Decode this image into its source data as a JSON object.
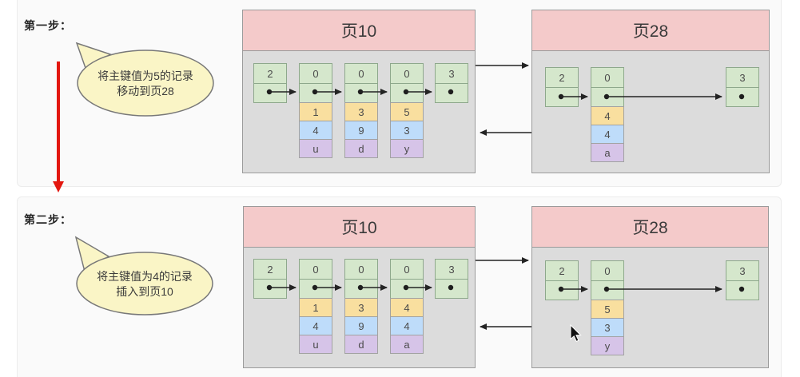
{
  "step1": {
    "label": "第一步：",
    "bubble": {
      "line1": "将主键值为5的记录",
      "line2": "移动到页28"
    },
    "page10": {
      "title": "页10",
      "columns": [
        {
          "value": "2",
          "fields": []
        },
        {
          "value": "0",
          "fields": [
            "1",
            "4",
            "u"
          ]
        },
        {
          "value": "0",
          "fields": [
            "3",
            "9",
            "d"
          ]
        },
        {
          "value": "0",
          "fields": [
            "5",
            "3",
            "y"
          ]
        },
        {
          "value": "3",
          "fields": []
        }
      ]
    },
    "page28": {
      "title": "页28",
      "columns": [
        {
          "value": "2",
          "fields": []
        },
        {
          "value": "0",
          "fields": [
            "4",
            "4",
            "a"
          ]
        },
        {
          "value": "3",
          "fields": []
        }
      ]
    }
  },
  "step2": {
    "label": "第二步：",
    "bubble": {
      "line1": "将主键值为4的记录",
      "line2": "插入到页10"
    },
    "page10": {
      "title": "页10",
      "columns": [
        {
          "value": "2",
          "fields": []
        },
        {
          "value": "0",
          "fields": [
            "1",
            "4",
            "u"
          ]
        },
        {
          "value": "0",
          "fields": [
            "3",
            "9",
            "d"
          ]
        },
        {
          "value": "0",
          "fields": [
            "4",
            "4",
            "a"
          ]
        },
        {
          "value": "3",
          "fields": []
        }
      ]
    },
    "page28": {
      "title": "页28",
      "columns": [
        {
          "value": "2",
          "fields": []
        },
        {
          "value": "0",
          "fields": [
            "5",
            "3",
            "y"
          ]
        },
        {
          "value": "3",
          "fields": []
        }
      ]
    }
  },
  "colors": {
    "page_header_pink": "#f4caca",
    "page_body_gray": "#dcdcdc",
    "record_green": "#d5e7cc",
    "field_orange": "#f9df9f",
    "field_blue": "#bedcfa",
    "field_purple": "#d6c4e8",
    "bubble_yellow": "#faf5c6",
    "red_arrow": "#e3170f",
    "link_arrow_black": "#232323"
  }
}
